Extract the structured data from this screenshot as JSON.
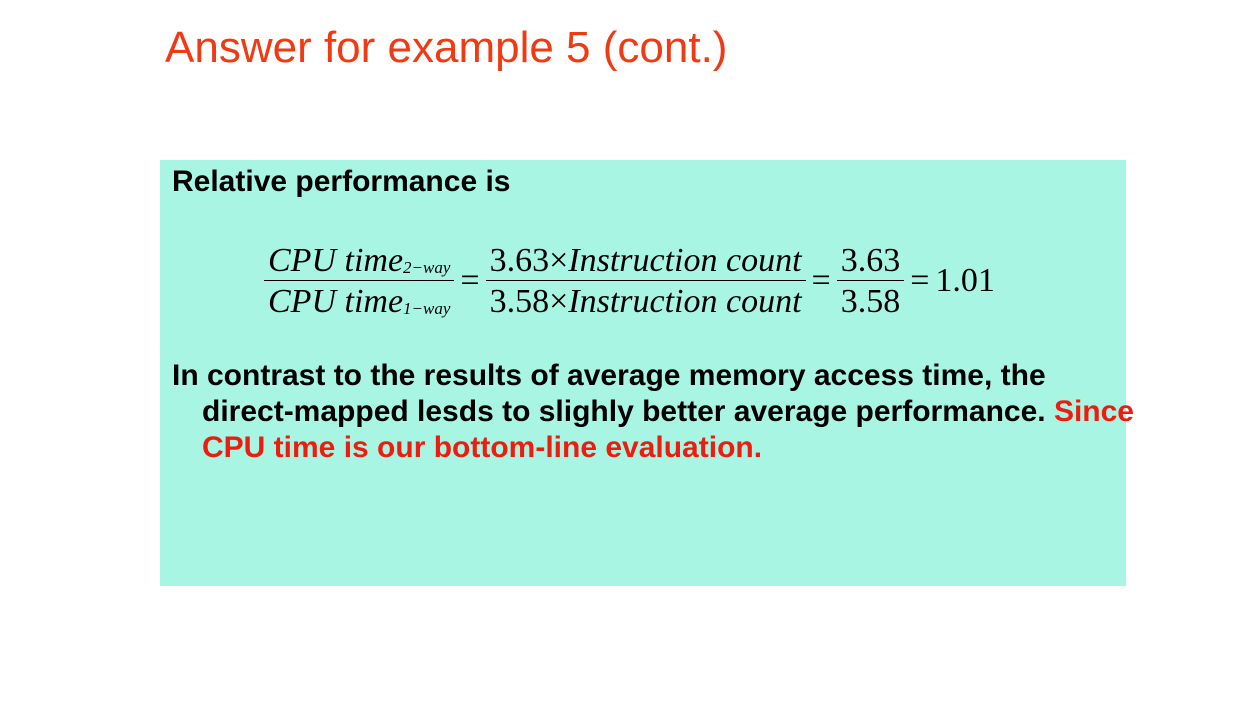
{
  "slide": {
    "title": "Answer for example 5 (cont.)"
  },
  "box": {
    "intro": "Relative performance is",
    "equation": {
      "lhs_num_text": "CPU time",
      "lhs_num_sub": "2−way",
      "lhs_den_text": "CPU time",
      "lhs_den_sub": "1−way",
      "mid_num_value": "3.63",
      "mid_num_times": "×",
      "mid_num_text": "Instruction count",
      "mid_den_value": "3.58",
      "mid_den_times": "×",
      "mid_den_text": "Instruction count",
      "right_num": "3.63",
      "right_den": "3.58",
      "equals": "=",
      "result": "1.01"
    },
    "paragraph_black": "In contrast to the results of average memory access time, the direct-mapped lesds to slighly better average performance.",
    "paragraph_red": "Since CPU time is our bottom-line evaluation."
  },
  "colors": {
    "title": "#f03a14",
    "box_background": "#a8f5e4",
    "highlight": "#ee1c0e"
  }
}
